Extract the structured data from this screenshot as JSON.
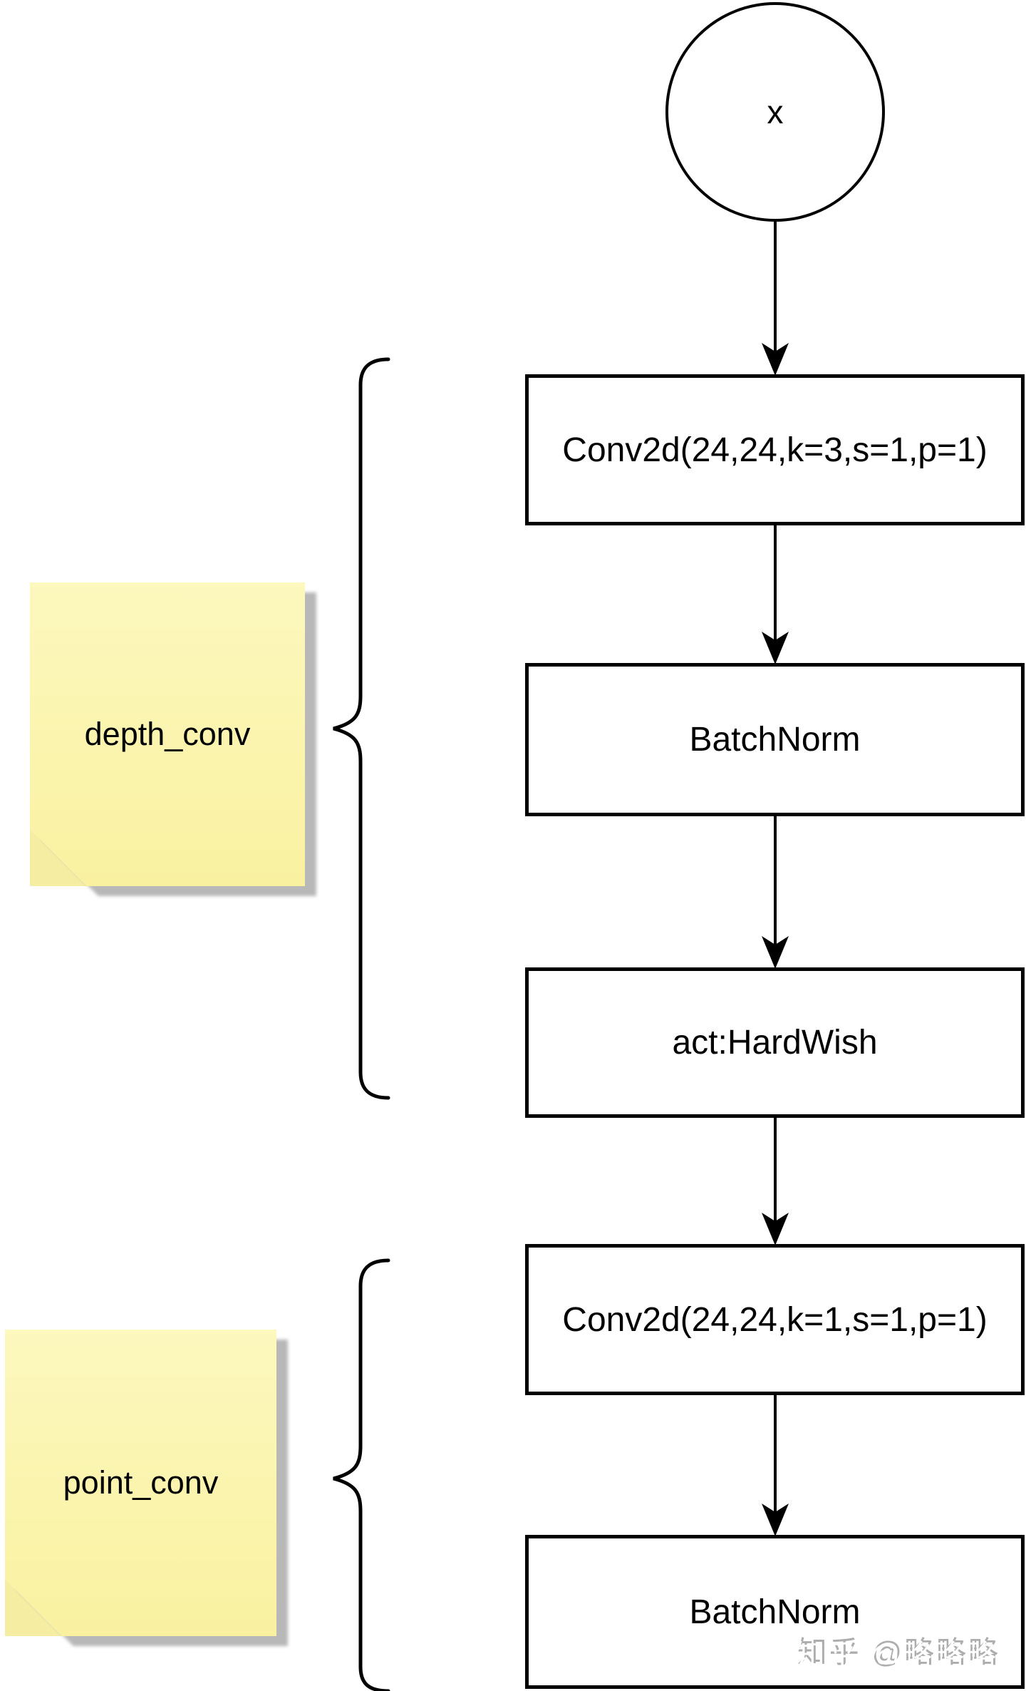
{
  "diagram": {
    "input_node": {
      "label": "x"
    },
    "boxes": [
      {
        "label": "Conv2d(24,24,k=3,s=1,p=1)"
      },
      {
        "label": "BatchNorm"
      },
      {
        "label": "act:HardWish"
      },
      {
        "label": "Conv2d(24,24,k=1,s=1,p=1)"
      },
      {
        "label": "BatchNorm"
      }
    ],
    "groups": [
      {
        "label": "depth_conv"
      },
      {
        "label": "point_conv"
      }
    ],
    "colors": {
      "line": "#000000",
      "box_fill": "#ffffff",
      "note_fill_top": "#fcf8be",
      "note_fill_bottom": "#f9f1a0",
      "note_fold": "#f5eea2",
      "note_shadow": "#b8b8b8",
      "watermark_gray": "#adadad"
    }
  },
  "watermark": {
    "text": "知乎 @略略略"
  }
}
